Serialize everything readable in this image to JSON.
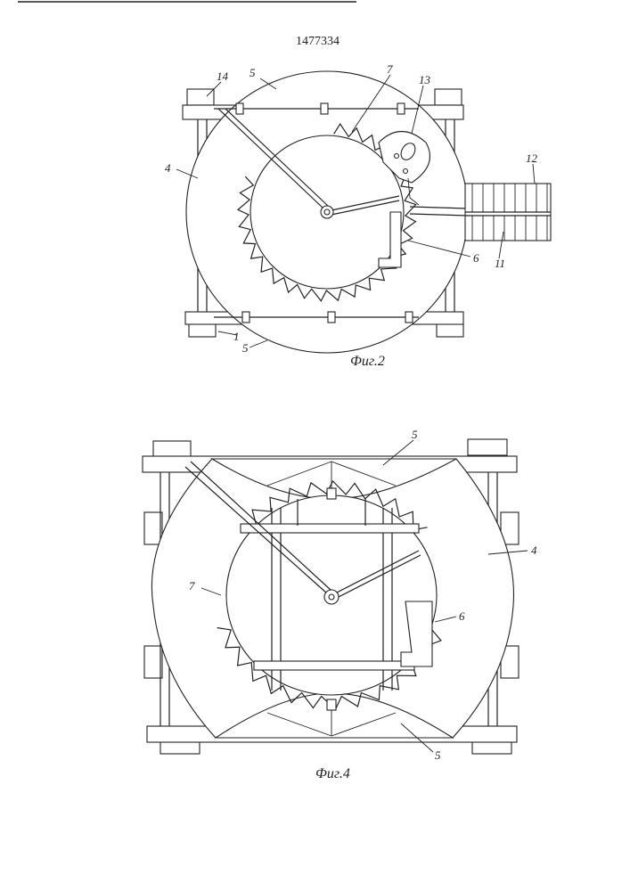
{
  "patent_number": "1477334",
  "figures": [
    {
      "caption": "Фиг.2",
      "labels": [
        "14",
        "5",
        "7",
        "13",
        "12",
        "4",
        "6",
        "11",
        "1",
        "5"
      ]
    },
    {
      "caption": "Фиг.4",
      "labels": [
        "5",
        "4",
        "7",
        "6",
        "5"
      ]
    }
  ]
}
